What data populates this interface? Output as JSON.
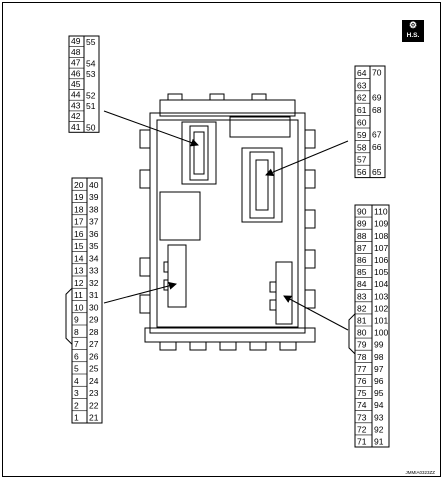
{
  "badge": {
    "icon": "harness-connector-icon",
    "label": "H.S."
  },
  "ref_code": "JMMIA0323ZZ",
  "colors": {
    "line": "#000000",
    "background": "#ffffff"
  },
  "connectors": [
    {
      "id": "left-top",
      "pairs": [
        [
          "49",
          "55"
        ],
        [
          "48",
          ""
        ],
        [
          "47",
          "54"
        ],
        [
          "46",
          "53"
        ],
        [
          "45",
          ""
        ],
        [
          "44",
          "52"
        ],
        [
          "43",
          "51"
        ],
        [
          "42",
          ""
        ],
        [
          "41",
          "50"
        ]
      ]
    },
    {
      "id": "right-top",
      "pairs": [
        [
          "64",
          "70"
        ],
        [
          "63",
          ""
        ],
        [
          "62",
          "69"
        ],
        [
          "61",
          "68"
        ],
        [
          "60",
          ""
        ],
        [
          "59",
          "67"
        ],
        [
          "58",
          "66"
        ],
        [
          "57",
          ""
        ],
        [
          "56",
          "65"
        ]
      ]
    },
    {
      "id": "left-bottom",
      "pairs": [
        [
          "20",
          "40"
        ],
        [
          "19",
          "39"
        ],
        [
          "18",
          "38"
        ],
        [
          "17",
          "37"
        ],
        [
          "16",
          "36"
        ],
        [
          "15",
          "35"
        ],
        [
          "14",
          "34"
        ],
        [
          "13",
          "33"
        ],
        [
          "12",
          "32"
        ],
        [
          "11",
          "31"
        ],
        [
          "10",
          "30"
        ],
        [
          "9",
          "29"
        ],
        [
          "8",
          "28"
        ],
        [
          "7",
          "27"
        ],
        [
          "6",
          "26"
        ],
        [
          "5",
          "25"
        ],
        [
          "4",
          "24"
        ],
        [
          "3",
          "23"
        ],
        [
          "2",
          "22"
        ],
        [
          "1",
          "21"
        ]
      ]
    },
    {
      "id": "right-bottom",
      "pairs": [
        [
          "90",
          "110"
        ],
        [
          "89",
          "109"
        ],
        [
          "88",
          "108"
        ],
        [
          "87",
          "107"
        ],
        [
          "86",
          "106"
        ],
        [
          "85",
          "105"
        ],
        [
          "84",
          "104"
        ],
        [
          "83",
          "103"
        ],
        [
          "82",
          "102"
        ],
        [
          "81",
          "101"
        ],
        [
          "80",
          "100"
        ],
        [
          "79",
          "99"
        ],
        [
          "78",
          "98"
        ],
        [
          "77",
          "97"
        ],
        [
          "76",
          "96"
        ],
        [
          "75",
          "95"
        ],
        [
          "74",
          "94"
        ],
        [
          "73",
          "93"
        ],
        [
          "72",
          "92"
        ],
        [
          "71",
          "91"
        ]
      ]
    }
  ]
}
